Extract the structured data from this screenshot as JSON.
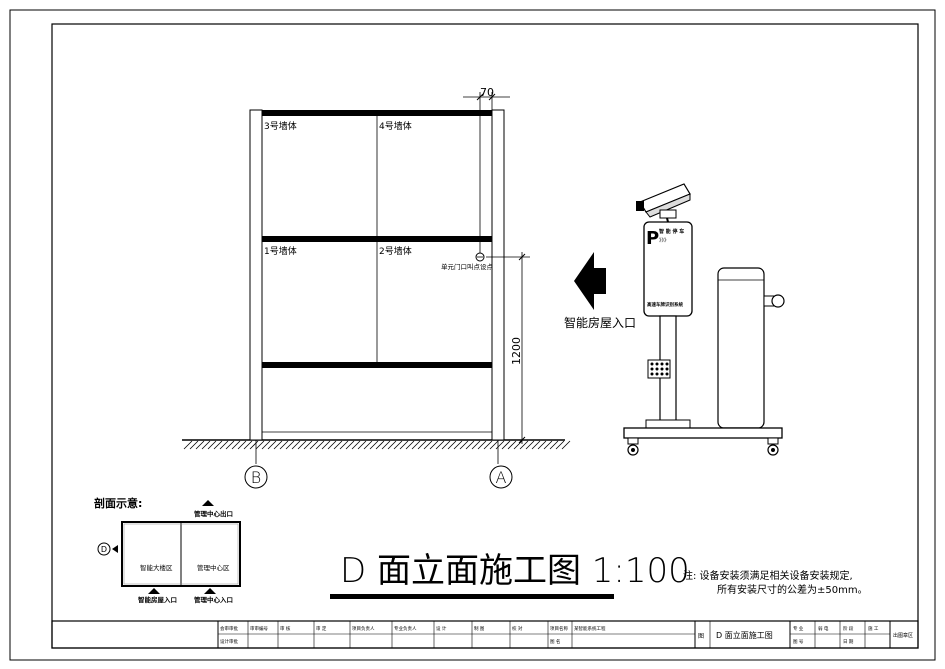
{
  "elevation": {
    "walls": {
      "wall3": "3号墙体",
      "wall4": "4号墙体",
      "wall1": "1号墙体",
      "wall2": "2号墙体"
    },
    "dim_top": "70",
    "dim_height": "1200",
    "doorbell_label": "单元门口叫点设点",
    "axis_left": "B",
    "axis_right": "A",
    "entrance_label": "智能房屋入口"
  },
  "kiosk": {
    "panel_title": "智 能 停 车",
    "panel_symbol": "P",
    "panel_arrows": "》》》",
    "panel_footer": "高速车牌识别系统"
  },
  "section": {
    "title": "剖面示意:",
    "marker": "D",
    "top_label": "管理中心出口",
    "left_room": "智能大楼区",
    "right_room": "管理中心区",
    "bottom_left": "智能房屋入口",
    "bottom_right": "管理中心入口"
  },
  "drawing_title": "D 面立面施工图   1:100",
  "note": {
    "line1": "注: 设备安装须满足相关设备安装规定,",
    "line2": "所有安装尺寸的公差为±50mm。"
  },
  "title_block": {
    "row1": [
      "会审审批",
      "审审编号",
      "审 核",
      "审 定",
      "项目负责人",
      "专业负责人",
      "设 计",
      "制 图",
      "校 对",
      "项目名称",
      "某智能系统工程"
    ],
    "row2": [
      "设计审批",
      "",
      "",
      "",
      "",
      "",
      "",
      "",
      "",
      "图 名",
      ""
    ],
    "sheet_label": "图",
    "sheet_name": "D 面立面施工图",
    "right_cells": [
      "专 业",
      "弱 电",
      "阶 段",
      "施 工",
      "图 号",
      "",
      "日 期",
      ""
    ],
    "stamp": "出图章区"
  }
}
